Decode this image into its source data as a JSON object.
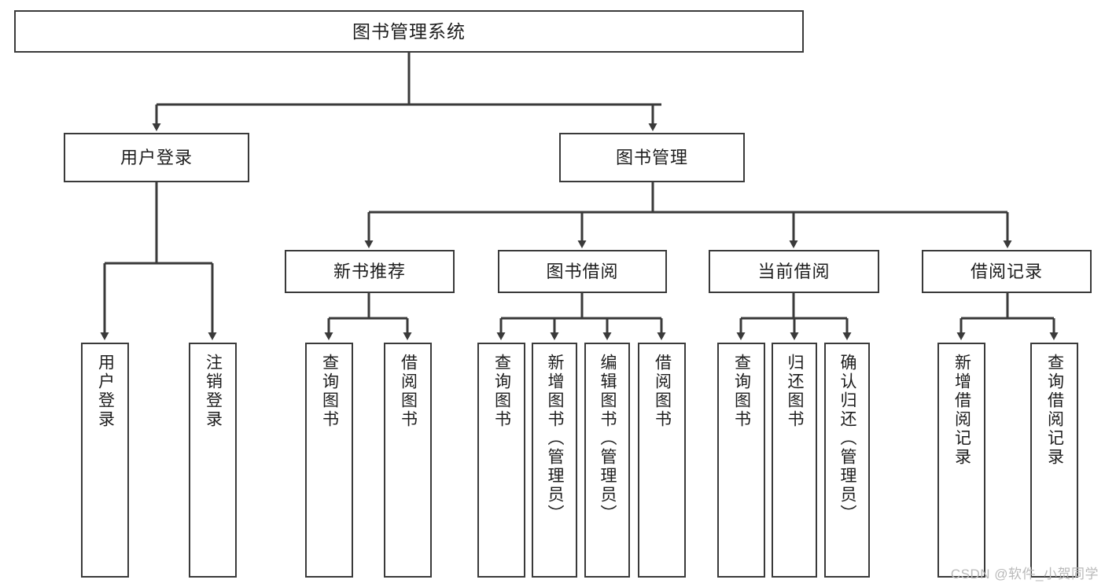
{
  "diagram": {
    "title": "图书管理系统",
    "type": "hierarchy-tree",
    "watermark": "CSDN @软件_小贺同学",
    "colors": {
      "background": "#ffffff",
      "stroke": "#3a3a3a",
      "text": "#1d1d1d",
      "watermark": "#b9b9b9"
    },
    "nodes": {
      "root": {
        "label": "图书管理系统"
      },
      "level1": [
        {
          "id": "user-login",
          "label": "用户登录"
        },
        {
          "id": "book-manage",
          "label": "图书管理"
        }
      ],
      "level2": [
        {
          "id": "new-book-recommend",
          "label": "新书推荐",
          "parent": "book-manage"
        },
        {
          "id": "book-borrow",
          "label": "图书借阅",
          "parent": "book-manage"
        },
        {
          "id": "current-borrow",
          "label": "当前借阅",
          "parent": "book-manage"
        },
        {
          "id": "borrow-record",
          "label": "借阅记录",
          "parent": "book-manage"
        }
      ],
      "leaves": [
        {
          "id": "leaf-user-login",
          "label": "用户登录",
          "parent": "user-login"
        },
        {
          "id": "leaf-logout-login",
          "label": "注销登录",
          "parent": "user-login"
        },
        {
          "id": "leaf-query-book-1",
          "label": "查询图书",
          "parent": "new-book-recommend"
        },
        {
          "id": "leaf-borrow-book-1",
          "label": "借阅图书",
          "parent": "new-book-recommend"
        },
        {
          "id": "leaf-query-book-2",
          "label": "查询图书",
          "parent": "book-borrow"
        },
        {
          "id": "leaf-add-book",
          "label": "新增图书（管理员）",
          "parent": "book-borrow"
        },
        {
          "id": "leaf-edit-book",
          "label": "编辑图书（管理员）",
          "parent": "book-borrow"
        },
        {
          "id": "leaf-borrow-book-2",
          "label": "借阅图书",
          "parent": "book-borrow"
        },
        {
          "id": "leaf-query-book-3",
          "label": "查询图书",
          "parent": "current-borrow"
        },
        {
          "id": "leaf-return-book",
          "label": "归还图书",
          "parent": "current-borrow"
        },
        {
          "id": "leaf-confirm-return",
          "label": "确认归还（管理员）",
          "parent": "current-borrow"
        },
        {
          "id": "leaf-add-record",
          "label": "新增借阅记录",
          "parent": "borrow-record"
        },
        {
          "id": "leaf-query-record",
          "label": "查询借阅记录",
          "parent": "borrow-record"
        }
      ]
    }
  }
}
